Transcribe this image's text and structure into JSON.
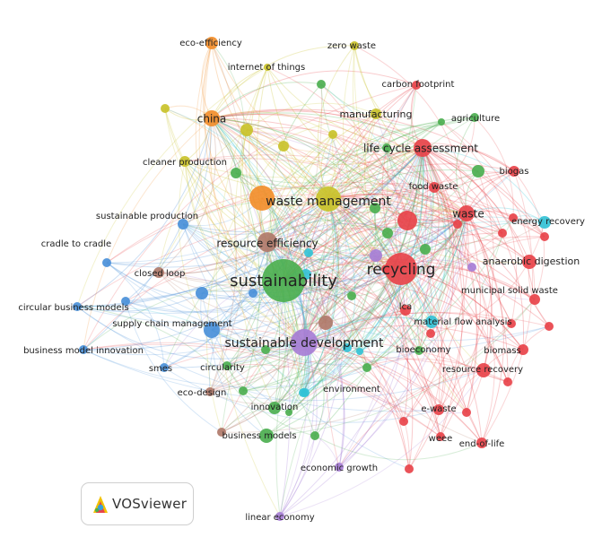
{
  "colors": {
    "red": "#e8434a",
    "green": "#4caf50",
    "blue": "#4a90d9",
    "yellow": "#c9c22a",
    "purple": "#a77ed6",
    "cyan": "#34c2d6",
    "orange": "#f28e2b",
    "brown": "#b07a6a"
  },
  "nodes": [
    {
      "label": "sustainability",
      "color": "green"
    },
    {
      "label": "recycling",
      "color": "red"
    },
    {
      "label": "sustainable development",
      "color": "purple"
    },
    {
      "label": "waste management",
      "color": "yellow"
    },
    {
      "label": "resource efficiency",
      "color": "brown"
    },
    {
      "label": "waste",
      "color": "red"
    },
    {
      "label": "china",
      "color": "orange"
    },
    {
      "label": "life cycle assessment",
      "color": "red"
    },
    {
      "label": "cleaner production",
      "color": "yellow"
    },
    {
      "label": "sustainable production",
      "color": "blue"
    },
    {
      "label": "cradle to cradle",
      "color": "blue"
    },
    {
      "label": "closed loop",
      "color": "brown"
    },
    {
      "label": "circular business models",
      "color": "blue"
    },
    {
      "label": "supply chain management",
      "color": "blue"
    },
    {
      "label": "business model innovation",
      "color": "blue"
    },
    {
      "label": "smes",
      "color": "blue"
    },
    {
      "label": "circularity",
      "color": "green"
    },
    {
      "label": "eco-design",
      "color": "brown"
    },
    {
      "label": "innovation",
      "color": "green"
    },
    {
      "label": "business models",
      "color": "green"
    },
    {
      "label": "environment",
      "color": "cyan"
    },
    {
      "label": "economic growth",
      "color": "purple"
    },
    {
      "label": "linear economy",
      "color": "purple"
    },
    {
      "label": "bioeconomy",
      "color": "green"
    },
    {
      "label": "lca",
      "color": "red"
    },
    {
      "label": "material flow analysis",
      "color": "cyan"
    },
    {
      "label": "biomass",
      "color": "red"
    },
    {
      "label": "resource recovery",
      "color": "red"
    },
    {
      "label": "e-waste",
      "color": "red"
    },
    {
      "label": "weee",
      "color": "red"
    },
    {
      "label": "end-of-life",
      "color": "red"
    },
    {
      "label": "municipal solid waste",
      "color": "red"
    },
    {
      "label": "anaerobic digestion",
      "color": "red"
    },
    {
      "label": "energy recovery",
      "color": "cyan"
    },
    {
      "label": "biogas",
      "color": "red"
    },
    {
      "label": "food waste",
      "color": "red"
    },
    {
      "label": "agriculture",
      "color": "green"
    },
    {
      "label": "manufacturing",
      "color": "yellow"
    },
    {
      "label": "carbon footprint",
      "color": "red"
    },
    {
      "label": "zero waste",
      "color": "yellow"
    },
    {
      "label": "internet of things",
      "color": "yellow"
    },
    {
      "label": "eco-efficiency",
      "color": "orange"
    }
  ],
  "brand": {
    "name": "VOSviewer"
  }
}
